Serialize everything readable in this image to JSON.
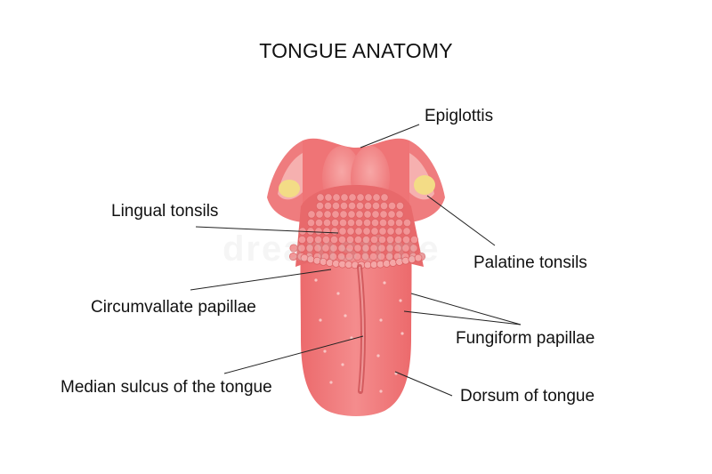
{
  "title": "TONGUE ANATOMY",
  "labels": {
    "epiglottis": "Epiglottis",
    "lingual_tonsils": "Lingual tonsils",
    "palatine_tonsils": "Palatine tonsils",
    "circumvallate_papillae": "Circumvallate papillae",
    "fungiform_papillae": "Fungiform papillae",
    "median_sulcus": "Median sulcus of the tongue",
    "dorsum": "Dorsum of tongue"
  },
  "watermark": "dreamstime",
  "colors": {
    "tongue": "#f07a7c",
    "tongue_light": "#f6a3a2",
    "root": "#ec6b6d",
    "epiglottis": "#f48b8c",
    "tonsil": "#f3dc86",
    "leader_line": "#222222"
  }
}
